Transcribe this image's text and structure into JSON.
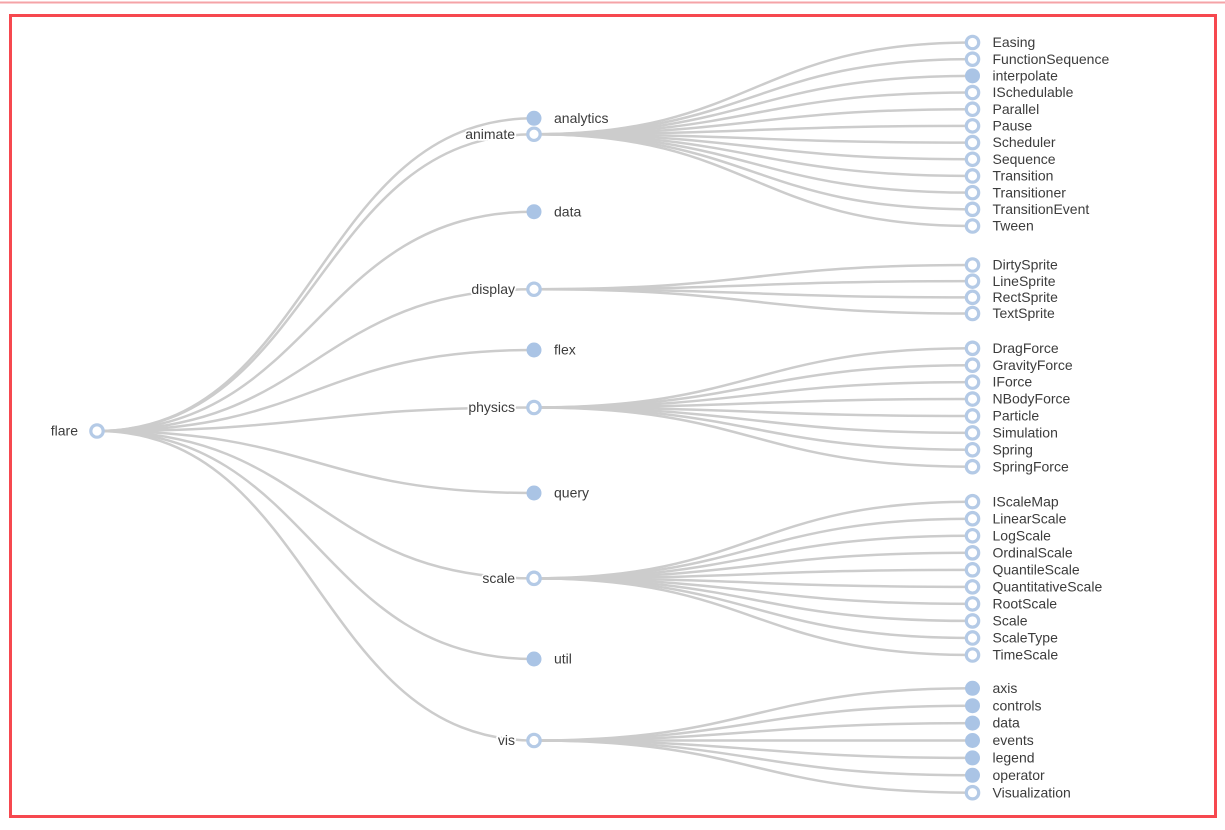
{
  "diagram": {
    "type": "collapsible-tree",
    "colors": {
      "node_fill_collapsed": "#aac4e5",
      "node_ring": "#b4cae6",
      "link": "#cccccc",
      "text": "#3c3c3c",
      "focus_border": "#f6484f",
      "top_line": "#f5a3a7",
      "background": "#ffffff"
    },
    "root": {
      "name": "flare",
      "state": "expanded",
      "children": [
        {
          "name": "analytics",
          "state": "collapsed"
        },
        {
          "name": "animate",
          "state": "expanded",
          "children": [
            {
              "name": "Easing",
              "state": "leaf"
            },
            {
              "name": "FunctionSequence",
              "state": "leaf"
            },
            {
              "name": "interpolate",
              "state": "collapsed"
            },
            {
              "name": "ISchedulable",
              "state": "leaf"
            },
            {
              "name": "Parallel",
              "state": "leaf"
            },
            {
              "name": "Pause",
              "state": "leaf"
            },
            {
              "name": "Scheduler",
              "state": "leaf"
            },
            {
              "name": "Sequence",
              "state": "leaf"
            },
            {
              "name": "Transition",
              "state": "leaf"
            },
            {
              "name": "Transitioner",
              "state": "leaf"
            },
            {
              "name": "TransitionEvent",
              "state": "leaf"
            },
            {
              "name": "Tween",
              "state": "leaf"
            }
          ]
        },
        {
          "name": "data",
          "state": "collapsed"
        },
        {
          "name": "display",
          "state": "expanded",
          "children": [
            {
              "name": "DirtySprite",
              "state": "leaf"
            },
            {
              "name": "LineSprite",
              "state": "leaf"
            },
            {
              "name": "RectSprite",
              "state": "leaf"
            },
            {
              "name": "TextSprite",
              "state": "leaf"
            }
          ]
        },
        {
          "name": "flex",
          "state": "collapsed"
        },
        {
          "name": "physics",
          "state": "expanded",
          "children": [
            {
              "name": "DragForce",
              "state": "leaf"
            },
            {
              "name": "GravityForce",
              "state": "leaf"
            },
            {
              "name": "IForce",
              "state": "leaf"
            },
            {
              "name": "NBodyForce",
              "state": "leaf"
            },
            {
              "name": "Particle",
              "state": "leaf"
            },
            {
              "name": "Simulation",
              "state": "leaf"
            },
            {
              "name": "Spring",
              "state": "leaf"
            },
            {
              "name": "SpringForce",
              "state": "leaf"
            }
          ]
        },
        {
          "name": "query",
          "state": "collapsed"
        },
        {
          "name": "scale",
          "state": "expanded",
          "children": [
            {
              "name": "IScaleMap",
              "state": "leaf"
            },
            {
              "name": "LinearScale",
              "state": "leaf"
            },
            {
              "name": "LogScale",
              "state": "leaf"
            },
            {
              "name": "OrdinalScale",
              "state": "leaf"
            },
            {
              "name": "QuantileScale",
              "state": "leaf"
            },
            {
              "name": "QuantitativeScale",
              "state": "leaf"
            },
            {
              "name": "RootScale",
              "state": "leaf"
            },
            {
              "name": "Scale",
              "state": "leaf"
            },
            {
              "name": "ScaleType",
              "state": "leaf"
            },
            {
              "name": "TimeScale",
              "state": "leaf"
            }
          ]
        },
        {
          "name": "util",
          "state": "collapsed"
        },
        {
          "name": "vis",
          "state": "expanded",
          "children": [
            {
              "name": "axis",
              "state": "collapsed"
            },
            {
              "name": "controls",
              "state": "collapsed"
            },
            {
              "name": "data",
              "state": "collapsed"
            },
            {
              "name": "events",
              "state": "collapsed"
            },
            {
              "name": "legend",
              "state": "collapsed"
            },
            {
              "name": "operator",
              "state": "collapsed"
            },
            {
              "name": "Visualization",
              "state": "leaf"
            }
          ]
        }
      ]
    }
  }
}
